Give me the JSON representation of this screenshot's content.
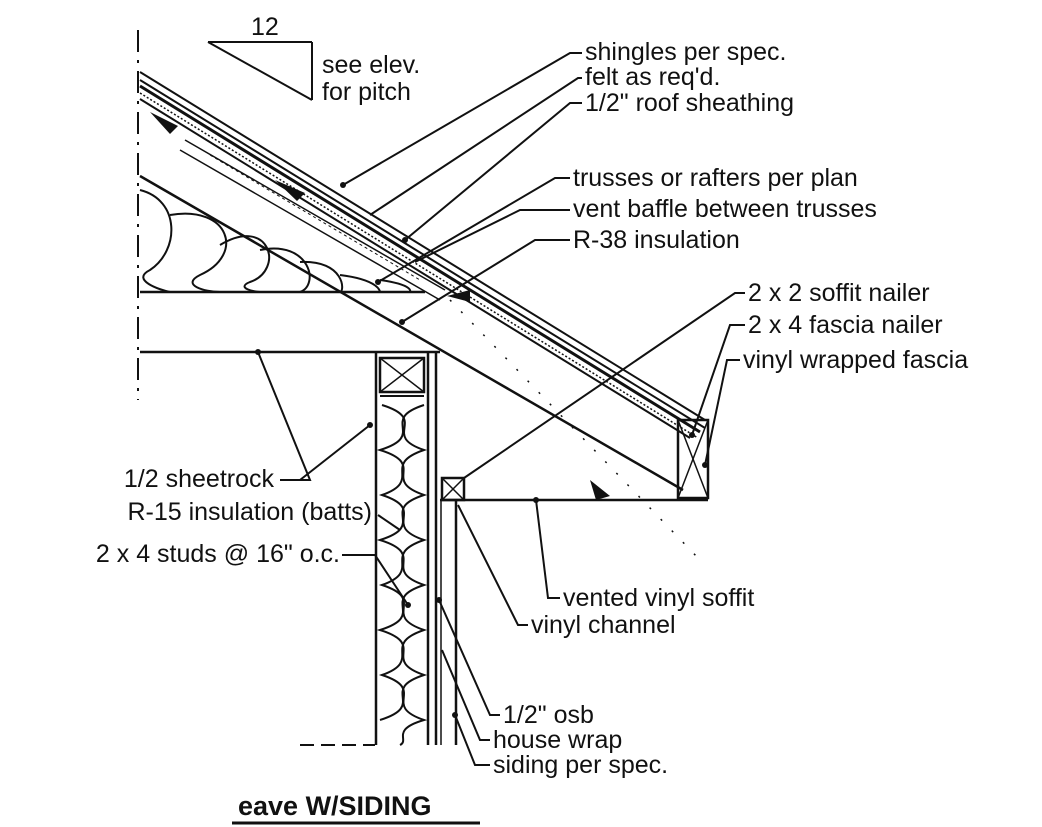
{
  "pitch": {
    "rise_label": "12",
    "note_line1": "see elev.",
    "note_line2": "for pitch"
  },
  "callouts": {
    "shingles": "shingles per spec.",
    "felt": "felt as req'd.",
    "sheathing": "1/2\" roof sheathing",
    "trusses": "trusses or rafters per plan",
    "vent_baffle": "vent baffle between trusses",
    "r38": "R-38 insulation",
    "soffit_nailer": "2 x 2 soffit nailer",
    "fascia_nailer": "2 x 4 fascia nailer",
    "vinyl_fascia": "vinyl wrapped fascia",
    "sheetrock": "1/2 sheetrock",
    "r15": "R-15 insulation (batts)",
    "studs": "2 x 4 studs @ 16\" o.c.",
    "vented_soffit": "vented vinyl soffit",
    "vinyl_channel": "vinyl channel",
    "osb": "1/2\" osb",
    "house_wrap": "house wrap",
    "siding": "siding per spec."
  },
  "title": "eave W/SIDING",
  "colors": {
    "ink": "#111111",
    "background": "#ffffff"
  }
}
